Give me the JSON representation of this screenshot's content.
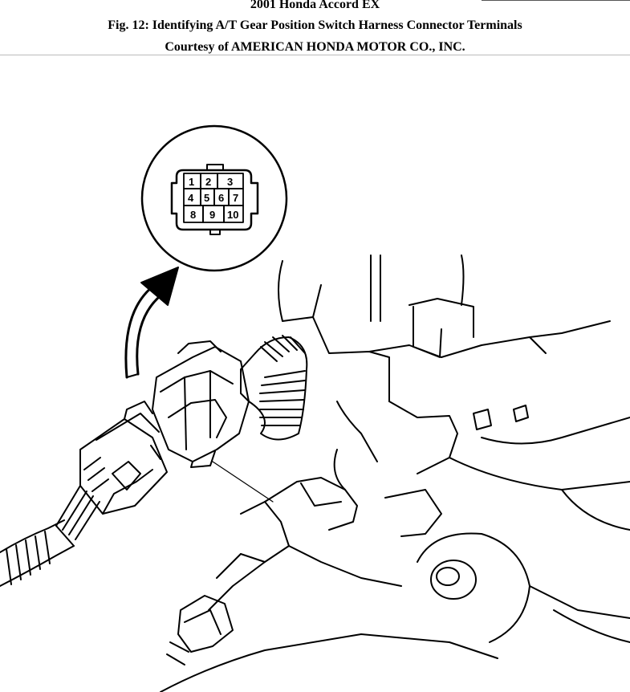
{
  "header": {
    "vehicle": "2001 Honda Accord EX",
    "figure_title": "Fig. 12: Identifying A/T Gear Position Switch Harness Connector Terminals",
    "courtesy": "Courtesy of AMERICAN HONDA MOTOR CO., INC."
  },
  "connector": {
    "terminals": [
      "1",
      "2",
      "3",
      "4",
      "5",
      "6",
      "7",
      "8",
      "9",
      "10"
    ]
  },
  "colors": {
    "line": "#000000",
    "background": "#ffffff"
  }
}
